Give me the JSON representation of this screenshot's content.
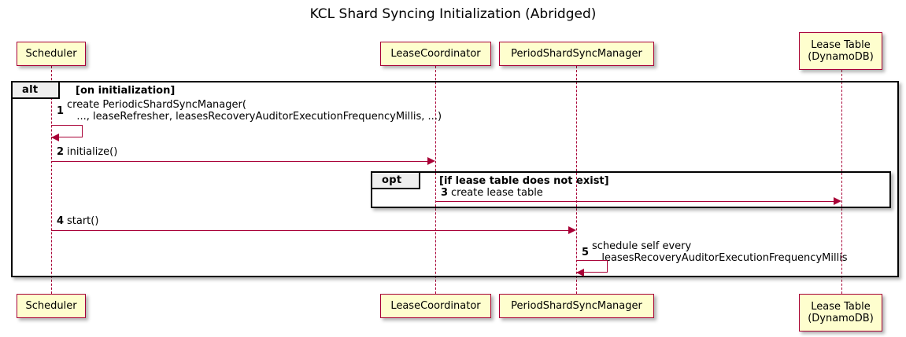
{
  "diagram": {
    "title": "KCL Shard Syncing Initialization (Abridged)",
    "type": "uml-sequence-diagram",
    "colors": {
      "participant_fill": "#FEFECE",
      "participant_border": "#A80036",
      "message_line": "#A80036",
      "frame_border": "#000000",
      "frame_label_fill": "#EEEEEE",
      "background": "#FFFFFF"
    }
  },
  "participants": [
    {
      "id": "scheduler",
      "label": "Scheduler"
    },
    {
      "id": "leasecoord",
      "label": "LeaseCoordinator"
    },
    {
      "id": "periodmgr",
      "label": "PeriodShardSyncManager"
    },
    {
      "id": "leasetable",
      "label": "Lease Table\n(DynamoDB)"
    }
  ],
  "fragments": [
    {
      "id": "alt-frame",
      "operator": "alt",
      "guard": "[on initialization]"
    },
    {
      "id": "opt-frame",
      "operator": "opt",
      "guard": "[if lease table does not exist]"
    }
  ],
  "messages": [
    {
      "number": "1",
      "text": "create PeriodicShardSyncManager(\n   ..., leaseRefresher, leasesRecoveryAuditorExecutionFrequencyMillis, ...)",
      "from": "scheduler",
      "to": "scheduler",
      "kind": "self-call"
    },
    {
      "number": "2",
      "text": "initialize()",
      "from": "scheduler",
      "to": "leasecoord",
      "kind": "sync"
    },
    {
      "number": "3",
      "text": "create lease table",
      "from": "leasecoord",
      "to": "leasetable",
      "kind": "sync"
    },
    {
      "number": "4",
      "text": "start()",
      "from": "scheduler",
      "to": "periodmgr",
      "kind": "sync"
    },
    {
      "number": "5",
      "text": "schedule self every\n   leasesRecoveryAuditorExecutionFrequencyMillis",
      "from": "periodmgr",
      "to": "periodmgr",
      "kind": "self-call"
    }
  ]
}
